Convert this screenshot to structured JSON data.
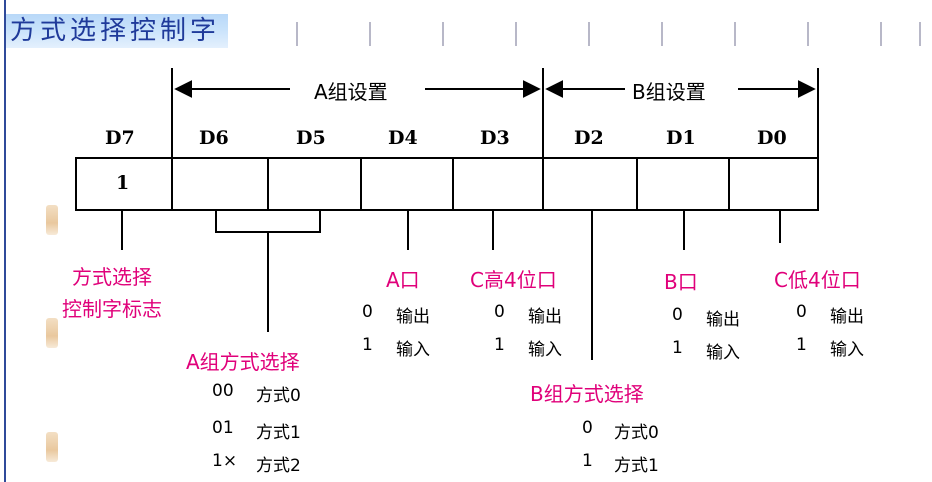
{
  "title": "方式选择控制字",
  "groups": {
    "a": "A组设置",
    "b": "B组设置"
  },
  "bits": [
    "D7",
    "D6",
    "D5",
    "D4",
    "D3",
    "D2",
    "D1",
    "D0"
  ],
  "cells": {
    "d7": "1"
  },
  "labels": {
    "d7": [
      "方式选择",
      "控制字标志"
    ],
    "a_mode": {
      "title": "A组方式选择",
      "rows": [
        {
          "code": "00",
          "text": "方式0"
        },
        {
          "code": "01",
          "text": "方式1"
        },
        {
          "code": "1×",
          "text": "方式2"
        }
      ]
    },
    "a_port": {
      "title": "A口",
      "rows": [
        {
          "code": "0",
          "text": "输出"
        },
        {
          "code": "1",
          "text": "输入"
        }
      ]
    },
    "c_high": {
      "title": "C高4位口",
      "rows": [
        {
          "code": "0",
          "text": "输出"
        },
        {
          "code": "1",
          "text": "输入"
        }
      ]
    },
    "b_mode": {
      "title": "B组方式选择",
      "rows": [
        {
          "code": "0",
          "text": "方式0"
        },
        {
          "code": "1",
          "text": "方式1"
        }
      ]
    },
    "b_port": {
      "title": "B口",
      "rows": [
        {
          "code": "0",
          "text": "输出"
        },
        {
          "code": "1",
          "text": "输入"
        }
      ]
    },
    "c_low": {
      "title": "C低4位口",
      "rows": [
        {
          "code": "0",
          "text": "输出"
        },
        {
          "code": "1",
          "text": "输入"
        }
      ]
    }
  },
  "colors": {
    "title_text": "#1f3a9a",
    "title_bg": "#c8e2fb",
    "label": "#e0007a",
    "line": "#000000"
  }
}
